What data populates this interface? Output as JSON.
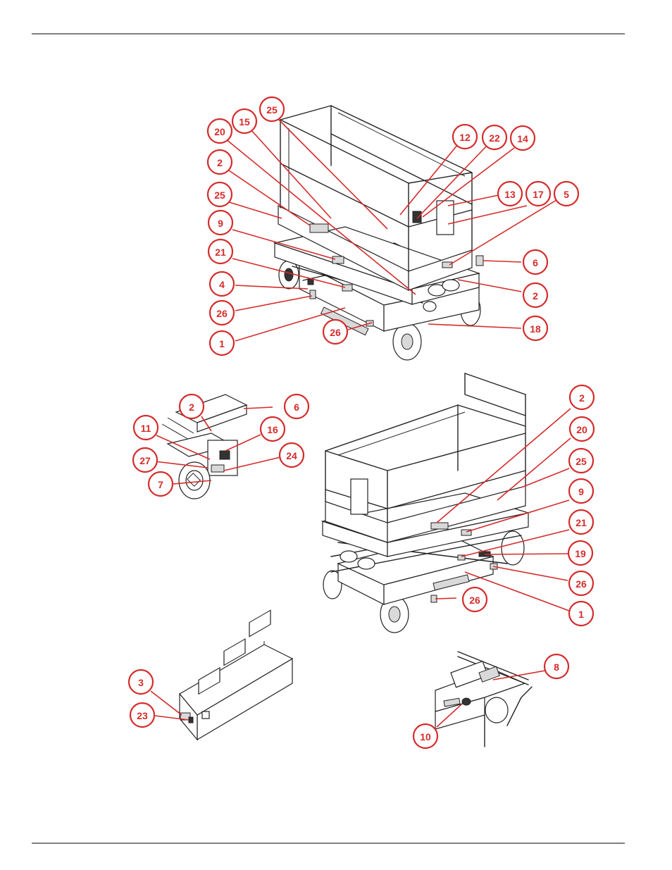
{
  "colors": {
    "callout": "#d52b2b",
    "line": "#222222",
    "rule": "#000000"
  },
  "callouts": [
    {
      "label": "25"
    },
    {
      "label": "15"
    },
    {
      "label": "20"
    },
    {
      "label": "2"
    },
    {
      "label": "25"
    },
    {
      "label": "9"
    },
    {
      "label": "21"
    },
    {
      "label": "4"
    },
    {
      "label": "26"
    },
    {
      "label": "1"
    },
    {
      "label": "26"
    },
    {
      "label": "12"
    },
    {
      "label": "22"
    },
    {
      "label": "14"
    },
    {
      "label": "13"
    },
    {
      "label": "17"
    },
    {
      "label": "5"
    },
    {
      "label": "6"
    },
    {
      "label": "2"
    },
    {
      "label": "18"
    },
    {
      "label": "2"
    },
    {
      "label": "6"
    },
    {
      "label": "11"
    },
    {
      "label": "16"
    },
    {
      "label": "27"
    },
    {
      "label": "24"
    },
    {
      "label": "7"
    },
    {
      "label": "2"
    },
    {
      "label": "20"
    },
    {
      "label": "25"
    },
    {
      "label": "9"
    },
    {
      "label": "21"
    },
    {
      "label": "19"
    },
    {
      "label": "26"
    },
    {
      "label": "1"
    },
    {
      "label": "26"
    },
    {
      "label": "3"
    },
    {
      "label": "23"
    },
    {
      "label": "8"
    },
    {
      "label": "10"
    }
  ]
}
